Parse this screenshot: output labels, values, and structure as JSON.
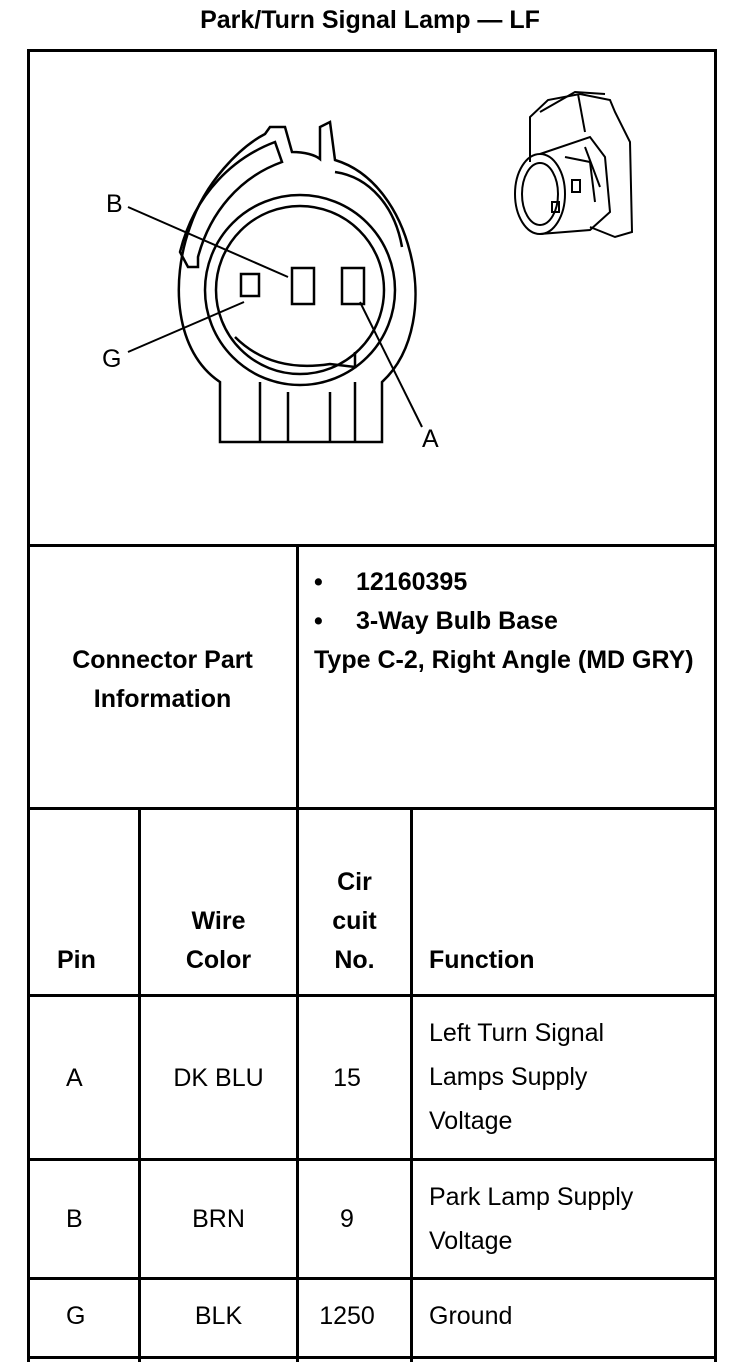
{
  "title": "Park/Turn Signal Lamp — LF",
  "diagram": {
    "pin_labels": [
      "B",
      "G",
      "A"
    ]
  },
  "connector_info": {
    "label": "Connector Part Information",
    "bullets": [
      "12160395",
      "3-Way Bulb Base"
    ],
    "extra_text": "Type C-2, Right Angle (MD GRY)"
  },
  "table": {
    "headers": {
      "pin": "Pin",
      "wire_color_1": "Wire",
      "wire_color_2": "Color",
      "circuit_1": "Cir",
      "circuit_2": "cuit",
      "circuit_3": "No.",
      "function": "Function"
    },
    "rows": [
      {
        "pin": "A",
        "wire_color": "DK BLU",
        "circuit": "15",
        "function_lines": [
          "Left Turn Signal",
          "Lamps Supply",
          "Voltage"
        ]
      },
      {
        "pin": "B",
        "wire_color": "BRN",
        "circuit": "9",
        "function_lines": [
          "Park Lamp Supply",
          "Voltage"
        ]
      },
      {
        "pin": "G",
        "wire_color": "BLK",
        "circuit": "1250",
        "function_lines": [
          "Ground"
        ]
      }
    ]
  }
}
